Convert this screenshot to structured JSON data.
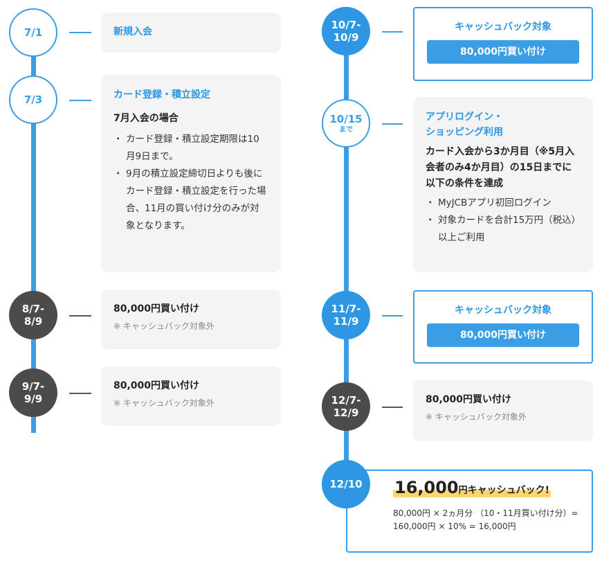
{
  "left_column": [
    {
      "date": "7/1",
      "title": "新規入会"
    },
    {
      "date": "7/3",
      "title": "カード登録・積立設定",
      "subtitle": "7月入会の場合",
      "bullets": [
        "カード登録・積立設定期限は10月9日まで。",
        "9月の積立設定締切日よりも後にカード登録・積立設定を行った場合、11月の買い付け分のみが対象となります。"
      ]
    },
    {
      "date_line1": "8/7-",
      "date_line2": "8/9",
      "title": "80,000円買い付け",
      "note": "※ キャッシュバック対象外"
    },
    {
      "date_line1": "9/7-",
      "date_line2": "9/9",
      "title": "80,000円買い付け",
      "note": "※ キャッシュバック対象外"
    }
  ],
  "right_column": {
    "oct": {
      "date_line1": "10/7-",
      "date_line2": "10/9",
      "title": "キャッシュバック対象",
      "button": "80,000円買い付け"
    },
    "deadline": {
      "date": "10/15",
      "date_sub": "まで",
      "title_line1": "アプリログイン・",
      "title_line2": "ショッピング利用",
      "subtitle": "カード入会から3か月目（※5月入会者のみ4か月目）の15日までに以下の条件を達成",
      "bullets": [
        "MyJCBアプリ初回ログイン",
        "対象カードを合計15万円（税込）以上ご利用"
      ]
    },
    "nov": {
      "date_line1": "11/7-",
      "date_line2": "11/9",
      "title": "キャッシュバック対象",
      "button": "80,000円買い付け"
    },
    "dec": {
      "date_line1": "12/7-",
      "date_line2": "12/9",
      "title": "80,000円買い付け",
      "note": "※ キャッシュバック対象外"
    },
    "final": {
      "date": "12/10",
      "amount": "16,000",
      "unit": "円",
      "text": "キャッシュバック!",
      "desc": "80,000円 × 2ヵ月分 （10・11月買い付け分）= 160,000円 × 10% = 16,000円"
    }
  },
  "colors": {
    "accent": "#3b9ee4",
    "dark_circle": "#4b4b4b",
    "card_bg": "#f4f4f4",
    "highlight": "#ffd46b"
  }
}
